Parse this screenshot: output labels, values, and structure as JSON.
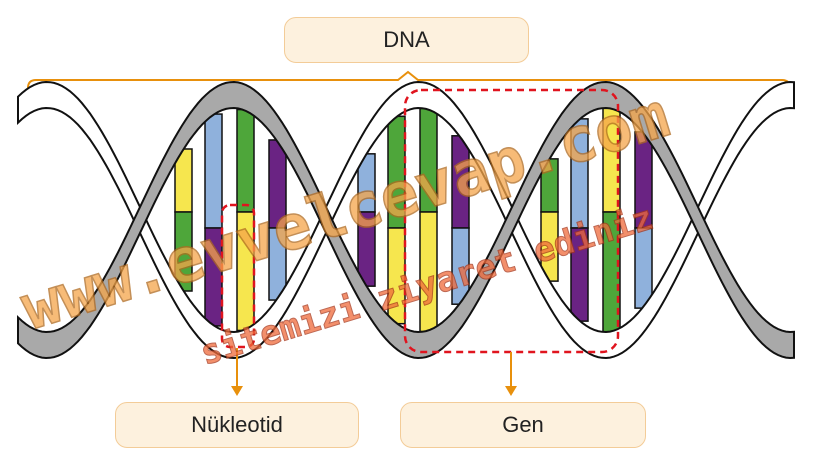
{
  "labels": {
    "dna": "DNA",
    "nucleotide": "Nükleotid",
    "gene": "Gen"
  },
  "watermark": {
    "line1": "www.evvelcevap.com",
    "line2": "sitemizi ziyaret ediniz"
  },
  "colors": {
    "accent_orange": "#e8900c",
    "highlight_red": "#e0141e",
    "strand_gray": "#a9a9a9",
    "base_yellow": "#f6e64e",
    "base_green": "#4ea63a",
    "base_blue": "#8fb1dc",
    "base_purple": "#6a2383"
  },
  "loops": [
    {
      "bars": [
        [
          "yellow",
          "green"
        ],
        [
          "blue",
          "purple"
        ],
        [
          "green",
          "yellow"
        ],
        [
          "purple",
          "blue"
        ]
      ]
    },
    {
      "bars": [
        [
          "blue",
          "purple"
        ],
        [
          "green",
          "yellow"
        ],
        [
          "green",
          "yellow"
        ],
        [
          "purple",
          "blue"
        ]
      ]
    },
    {
      "bars": [
        [
          "green",
          "yellow"
        ],
        [
          "blue",
          "purple"
        ],
        [
          "yellow",
          "green"
        ],
        [
          "purple",
          "blue"
        ]
      ]
    }
  ]
}
